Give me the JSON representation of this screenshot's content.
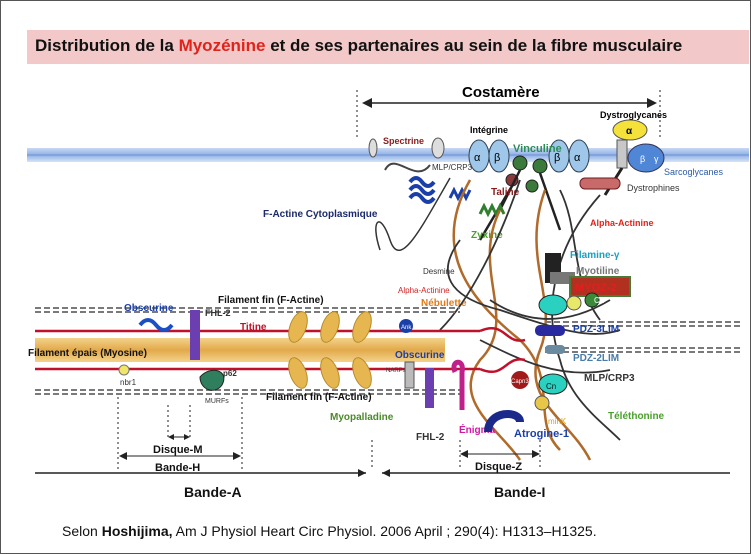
{
  "title": {
    "prefix": "Distribution de la ",
    "highlight": "Myozénine",
    "suffix": " et de ses partenaires au sein de la fibre musculaire"
  },
  "labels": {
    "costamere": "Costamère",
    "dystroglycanes": "Dystroglycanes",
    "alpha": "α",
    "beta": "β",
    "gamma": "γ",
    "sarcoglycanes": "Sarcoglycanes",
    "dystrophines": "Dystrophines",
    "spectrine": "Spectrine",
    "integrine": "Intégrine",
    "vinculine": "Vinculine",
    "mlp_crp3_top": "MLP/CRP3",
    "taline": "Taline",
    "alpha_actinine_r": "Alpha-Actinine",
    "f_actine_cyto": "F-Actine Cytoplasmique",
    "zyxine": "Zyxine",
    "filamine": "Filamine-γ",
    "myotiline": "Myotiline",
    "myoz2": "MYOZ-2",
    "cn1": "Cn",
    "pdz3lim": "PDZ-3LIM",
    "pdz2lim": "PDZ-2LIM",
    "cn2": "Cn",
    "mlp_crp3_bot": "MLP/CRP3",
    "capn3": "Capn3",
    "mink": "minK",
    "telethonine": "Téléthonine",
    "atrogine": "Atrogine-1",
    "enigma": "Énigma",
    "desmine": "Desmine",
    "alpha_actinine_c": "Alpha-Actinine",
    "nebulette": "Nébulette",
    "obscurine_l": "Obscurine",
    "fhl2_l": "FHL-2",
    "filament_fin_top": "Filament fin (F-Actine)",
    "titine": "Titine",
    "filament_epais": "Filament épais (Myosine)",
    "nbr1": "nbr1",
    "p62": "p62",
    "murfs": "MURFs",
    "ank": "Ank",
    "narps": "NARPs",
    "obscurine_c": "Obscurine",
    "filament_fin_bot": "Filament fin (F-Actine)",
    "myopalladine": "Myopalladine",
    "fhl2_c": "FHL-2",
    "disque_m": "Disque-M",
    "bande_h": "Bande-H",
    "disque_z": "Disque-Z",
    "bande_a": "Bande-A",
    "bande_i": "Bande-I"
  },
  "citation": {
    "prefix": "Selon ",
    "author": "Hoshijima,",
    "rest": "  Am J Physiol Heart Circ Physiol. 2006 April ; 290(4): H1313–H1325."
  },
  "colors": {
    "membrane": "#9ab8e8",
    "myoz2": "#b23020",
    "titine": "#c0112b",
    "myosin": "#e8b85a",
    "actin": "#c8a43a",
    "nebulette": "#b06a2a"
  }
}
